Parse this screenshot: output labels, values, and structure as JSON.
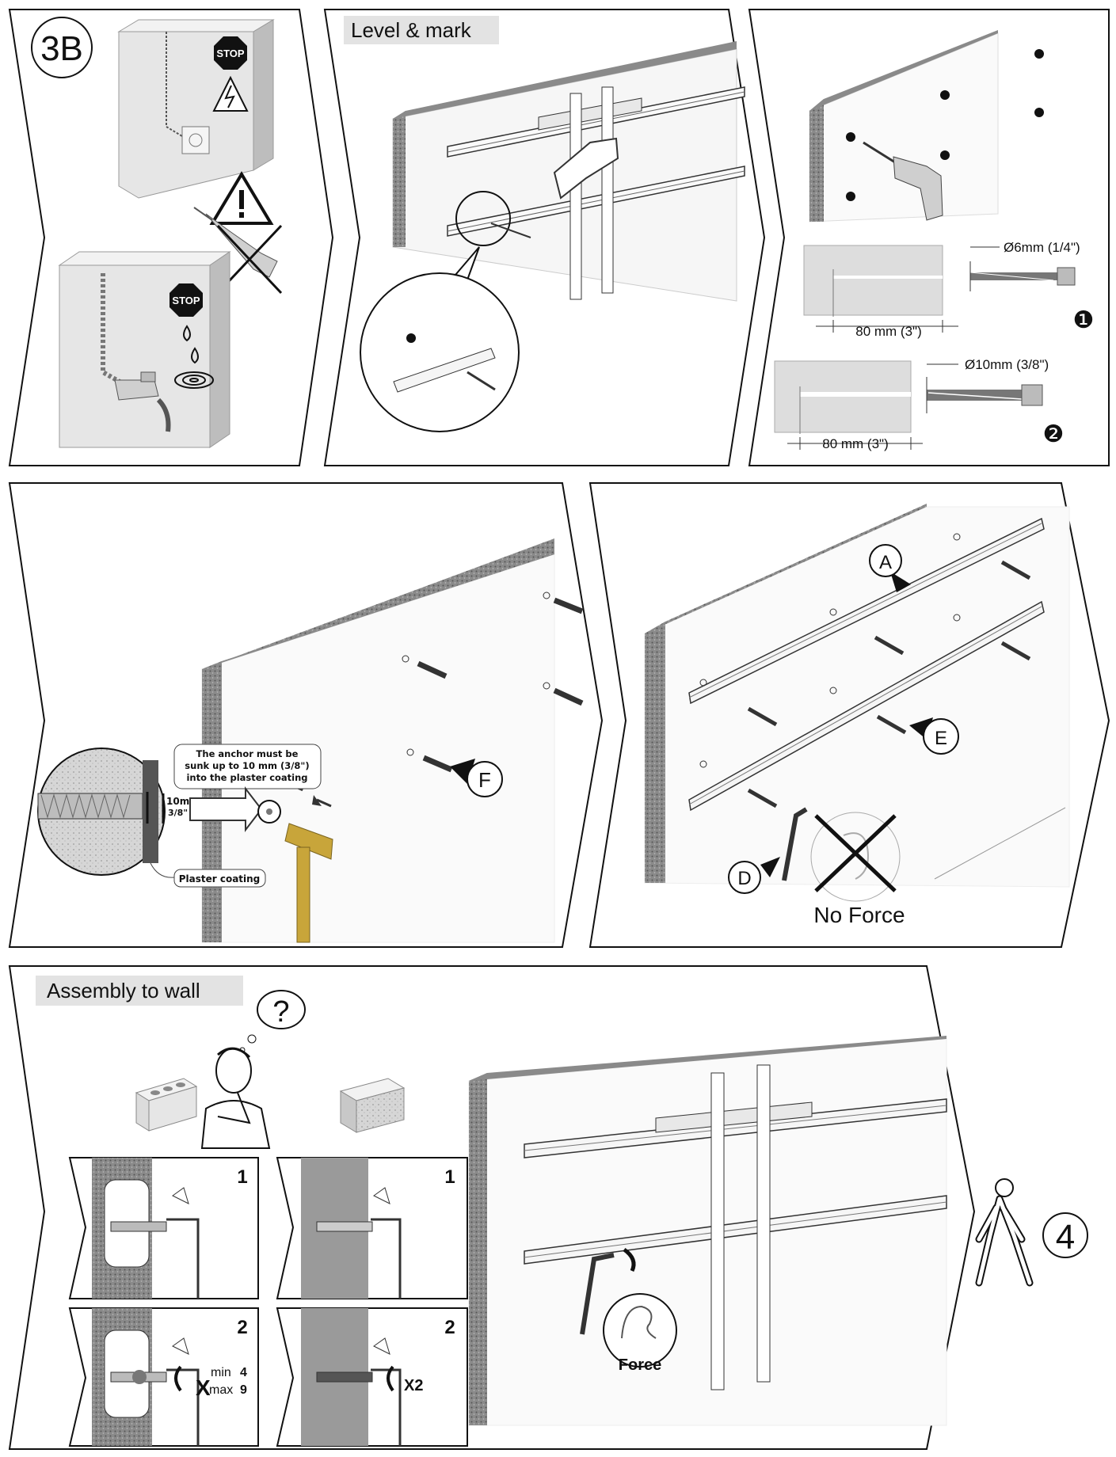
{
  "panel_3b": {
    "step_label": "3B",
    "stop_sign_top": "STOP",
    "stop_sign_bottom": "STOP"
  },
  "panel_level": {
    "title": "Level & mark"
  },
  "panel_drill": {
    "drill_1_size": "Ø6mm (1/4\")",
    "drill_1_depth": "80 mm (3\")",
    "drill_1_num": "❶",
    "drill_2_size": "Ø10mm (3/8\")",
    "drill_2_depth": "80 mm (3\")",
    "drill_2_num": "❷"
  },
  "panel_anchor": {
    "callout_line1": "The anchor must be",
    "callout_line2": "sunk up to 10 mm (3/8\")",
    "callout_line3": "into the plaster coating",
    "dim_mm": "10mm",
    "dim_in": "3/8\"",
    "plaster_label": "Plaster coating",
    "part_f": "F"
  },
  "panel_rails": {
    "part_a": "A",
    "part_e": "E",
    "part_d": "D",
    "no_force": "No Force"
  },
  "panel_assembly": {
    "title": "Assembly to wall",
    "question": "?",
    "block_step1_left": "1",
    "block_step1_right": "1",
    "block_step2_left": "2",
    "block_step2_right": "2",
    "x_letter": "X",
    "min_label": "min",
    "min_value": "4",
    "max_label": "max",
    "max_value": "9",
    "x2_label": "X2",
    "force_label": "Force",
    "next_step": "4"
  },
  "colors": {
    "line": "#111111",
    "wall_gray": "#d9d9d9",
    "wall_edge": "#6e6e6e",
    "label_bg": "#e3e3e3",
    "hammer_gold": "#c8a53a"
  }
}
